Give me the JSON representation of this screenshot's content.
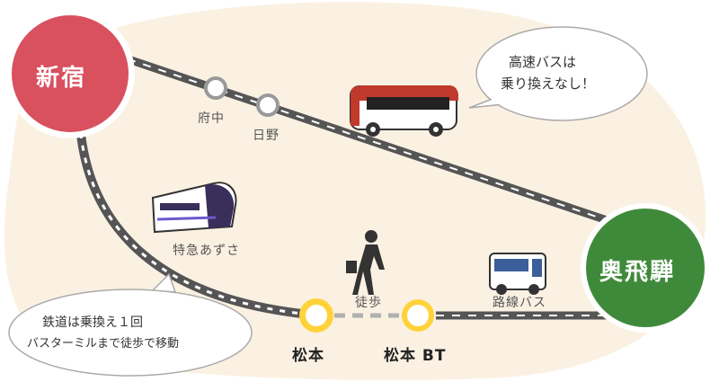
{
  "colors": {
    "background_blob": "#fbf1e2",
    "shinjuku_fill": "#d9505f",
    "okuhida_fill": "#3f8a3a",
    "station_fill": "#ffd23a",
    "track": "#555555",
    "stop_fill": "#ffffff"
  },
  "cities": {
    "shinjuku": "新宿",
    "okuhida": "奥飛騨"
  },
  "stops": {
    "fuchu": "府中",
    "hino": "日野"
  },
  "stations": {
    "matsumoto": "松本",
    "matsumoto_bt": "松本 BT"
  },
  "routes": {
    "limited_express": "特急あずさ",
    "walk": "徒歩",
    "local_bus": "路線バス"
  },
  "bubbles": {
    "highway_bus": [
      "高速バスは",
      "乗り換えなし！"
    ],
    "rail": [
      "鉄道は乗換え１回",
      "バスターミルまで徒歩で移動"
    ]
  },
  "icons": [
    "highway-bus-icon",
    "train-icon",
    "walking-person-icon",
    "local-bus-icon"
  ]
}
